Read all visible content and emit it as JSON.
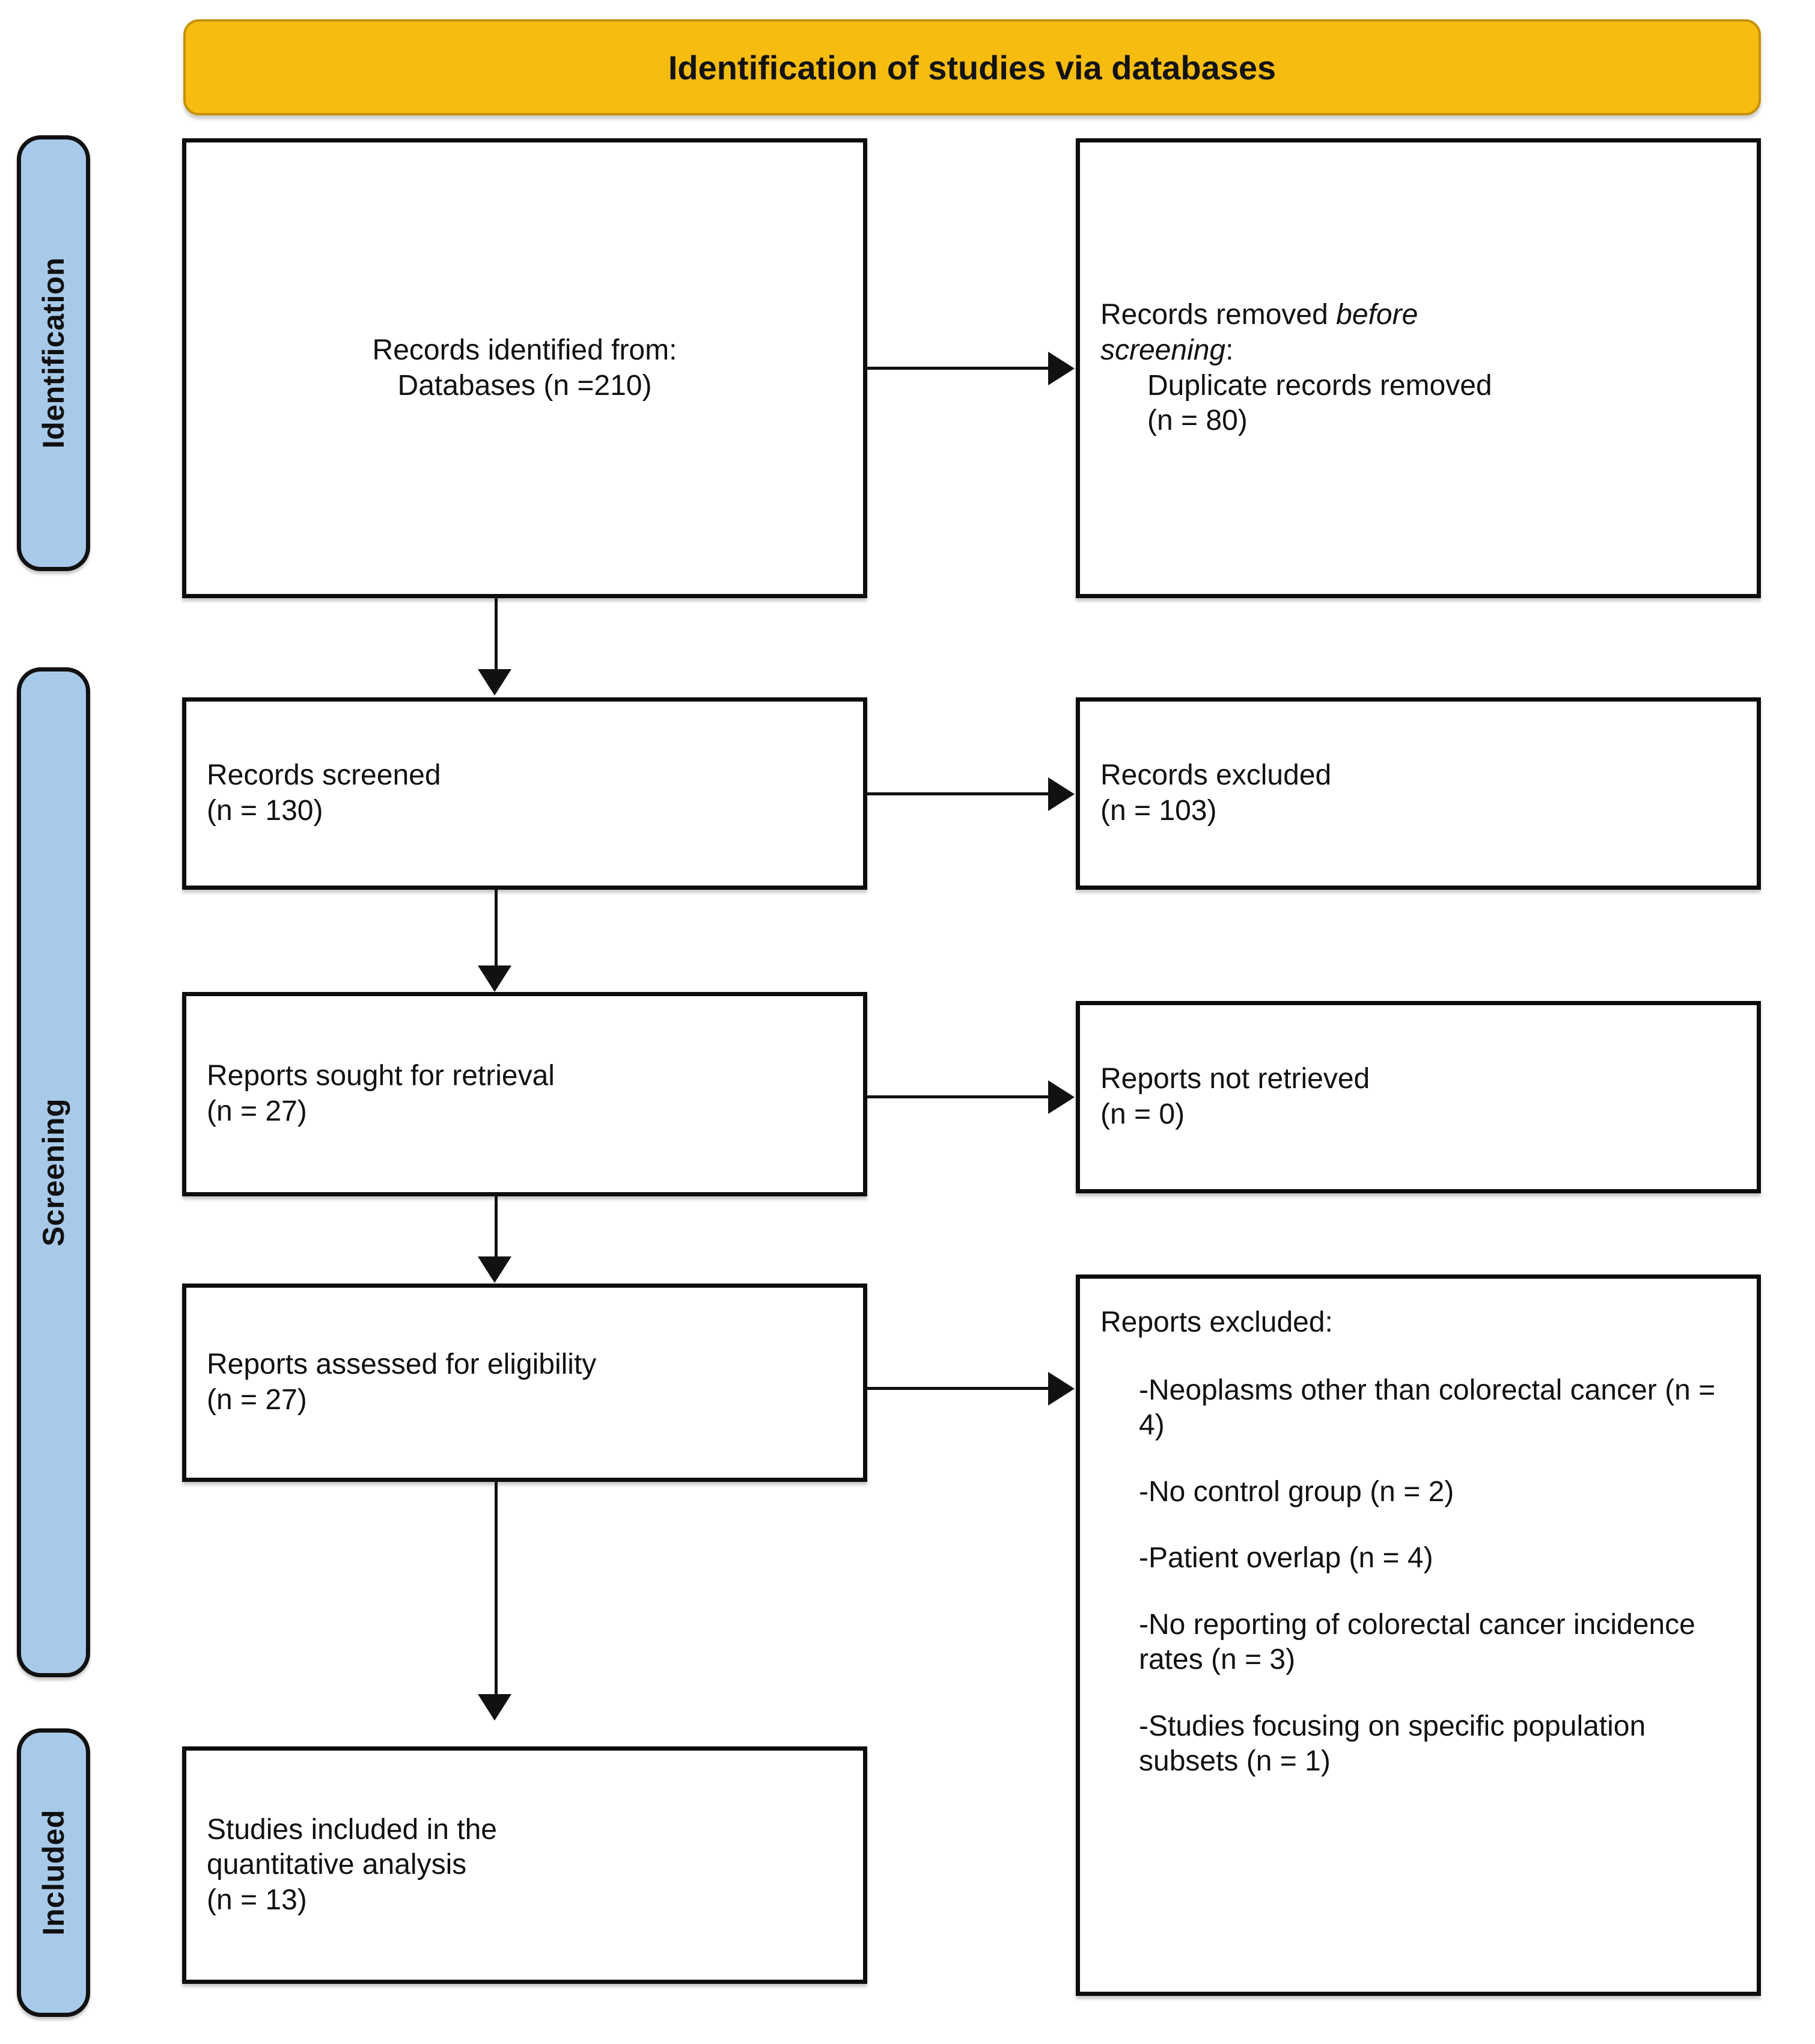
{
  "diagram": {
    "title": "Identification of studies via databases"
  },
  "stages": [
    {
      "label": "Identification"
    },
    {
      "label": "Screening"
    },
    {
      "label": "Included"
    }
  ],
  "boxes": {
    "identified": {
      "line1": "Records identified from:",
      "line2": "Databases (n =210)"
    },
    "removed": {
      "line1_prefix": "Records removed ",
      "line1_italic": "before",
      "line2_italic": "screening",
      "line2_suffix": ":",
      "line3": "Duplicate records removed",
      "line4": "(n = 80)"
    },
    "screened": {
      "line1": "Records screened",
      "line2": "(n = 130)"
    },
    "excluded_records": {
      "line1": "Records excluded",
      "line2": "(n = 103)"
    },
    "sought": {
      "line1": "Reports sought for retrieval",
      "line2": "(n = 27)"
    },
    "not_retrieved": {
      "line1": "Reports not retrieved",
      "line2": "(n = 0)"
    },
    "assessed": {
      "line1": "Reports assessed for eligibility",
      "line2": "(n = 27)"
    },
    "reports_excluded": {
      "heading": "Reports excluded:",
      "reasons": [
        "-Neoplasms other than colorectal cancer (n = 4)",
        "-No control group (n = 2)",
        "-Patient overlap (n = 4)",
        "-No reporting of colorectal cancer incidence rates (n = 3)",
        "-Studies focusing on specific population subsets (n = 1)"
      ]
    },
    "included": {
      "line1": "Studies included in the",
      "line2": "quantitative analysis",
      "line3": "(n = 13)"
    }
  },
  "counts": {
    "databases_identified": 210,
    "duplicates_removed": 80,
    "records_screened": 130,
    "records_excluded": 103,
    "reports_sought": 27,
    "reports_not_retrieved": 0,
    "reports_assessed": 27,
    "excluded_neoplasms_other": 4,
    "excluded_no_control_group": 2,
    "excluded_patient_overlap": 4,
    "excluded_no_incidence_rates": 3,
    "excluded_population_subsets": 1,
    "studies_included": 13
  },
  "colors": {
    "banner_fill": "#f6bc10",
    "banner_border": "#c79209",
    "stage_fill": "#a8caea",
    "stroke": "#0d0d0d",
    "text": "#111111",
    "background": "#ffffff"
  }
}
